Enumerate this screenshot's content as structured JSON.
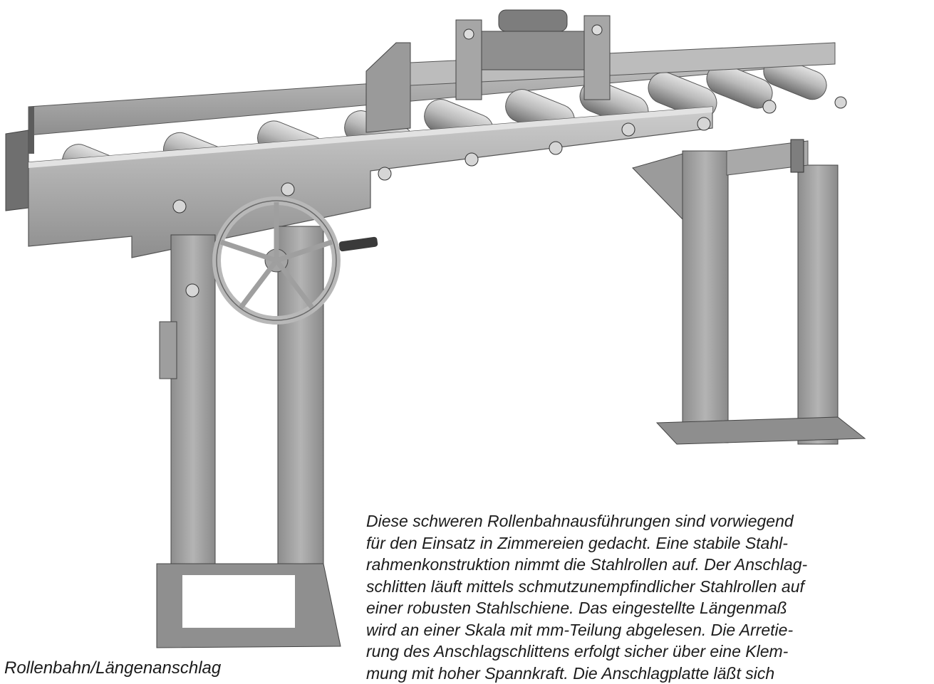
{
  "figure": {
    "alt_subject": "roller-conveyor-with-length-stop"
  },
  "caption": "Rollenbahn/Längenanschlag",
  "description_lines": [
    "Diese schweren Rollenbahnausführungen sind vorwiegend",
    "für den Einsatz in Zimmereien gedacht. Eine stabile Stahl-",
    "rahmenkonstruktion nimmt die Stahlrollen auf. Der Anschlag-",
    "schlitten läuft mittels schmutzunempfindlicher Stahlrollen auf",
    "einer robusten Stahlschiene. Das eingestellte Längenmaß",
    "wird an einer Skala mit mm-Teilung abgelesen. Die Arretie-",
    "rung des Anschlagschlittens erfolgt sicher über eine Klem-",
    "mung mit hoher Spannkraft. Die Anschlagplatte läßt sich"
  ],
  "colors": {
    "steel_light": "#c8c8c8",
    "steel_mid": "#a9a9a9",
    "steel_dark": "#7d7d7d",
    "steel_shadow": "#5a5a5a"
  }
}
